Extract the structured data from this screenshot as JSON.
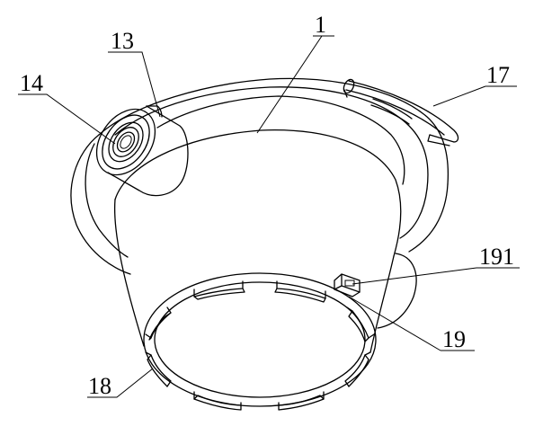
{
  "labels": {
    "l1": "1",
    "l13": "13",
    "l14": "14",
    "l17": "17",
    "l191": "191",
    "l19": "19",
    "l18": "18"
  }
}
